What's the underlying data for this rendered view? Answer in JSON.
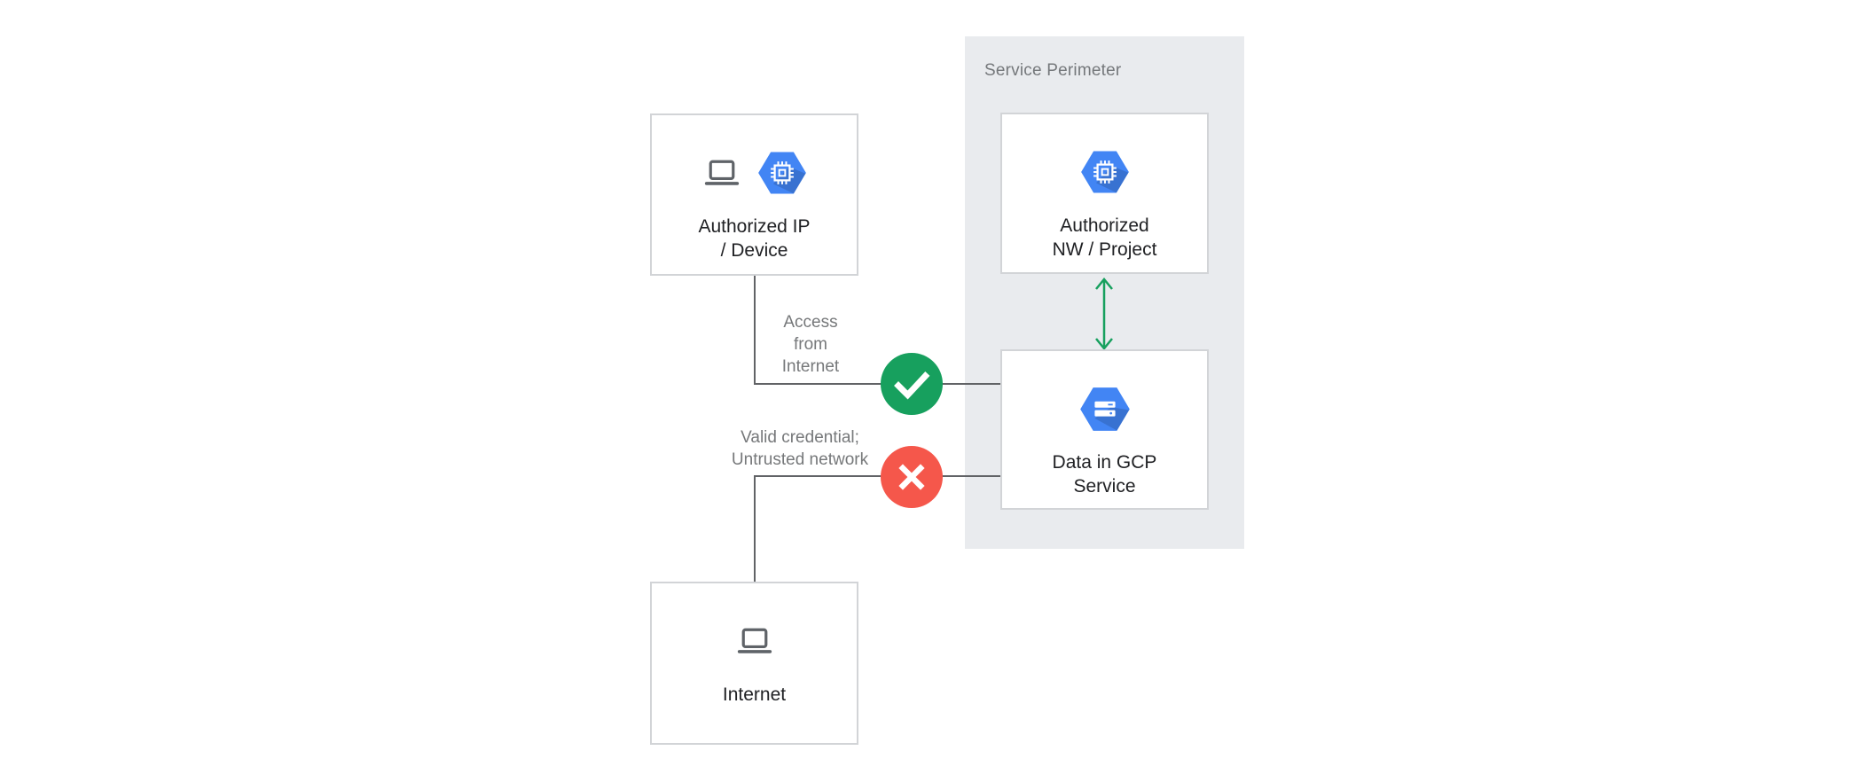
{
  "diagram": {
    "perimeter": {
      "label": "Service Perimeter"
    },
    "nodes": {
      "authorized_ip_device": {
        "label": "Authorized IP\n/ Device",
        "icons": [
          "laptop-icon",
          "compute-engine-hexagon-icon"
        ]
      },
      "authorized_nw_project": {
        "label": "Authorized\nNW / Project",
        "icons": [
          "compute-engine-hexagon-icon"
        ]
      },
      "data_in_gcp_service": {
        "label": "Data in GCP\nService",
        "icons": [
          "storage-hexagon-icon"
        ]
      },
      "internet": {
        "label": "Internet",
        "icons": [
          "laptop-icon"
        ]
      }
    },
    "connections": {
      "allowed": {
        "label": "Access\nfrom\nInternet",
        "status": "allowed",
        "icon": "check-icon"
      },
      "denied": {
        "label": "Valid credential;\nUntrusted network",
        "status": "denied",
        "icon": "x-icon"
      },
      "perimeter_link": {
        "icon": "double-arrow-icon"
      }
    },
    "colors": {
      "perimeter_bg": "#e9ebee",
      "node_bg": "#ffffff",
      "node_border": "#d2d4d7",
      "line_grey": "#616366",
      "allowed_green": "#17a05e",
      "denied_red": "#f5574b",
      "gcp_blue": "#4285f4",
      "icon_grey": "#5f6368",
      "edge_label_grey": "#76787a",
      "node_text": "#202124",
      "perimeter_label_grey": "#75787b"
    }
  }
}
